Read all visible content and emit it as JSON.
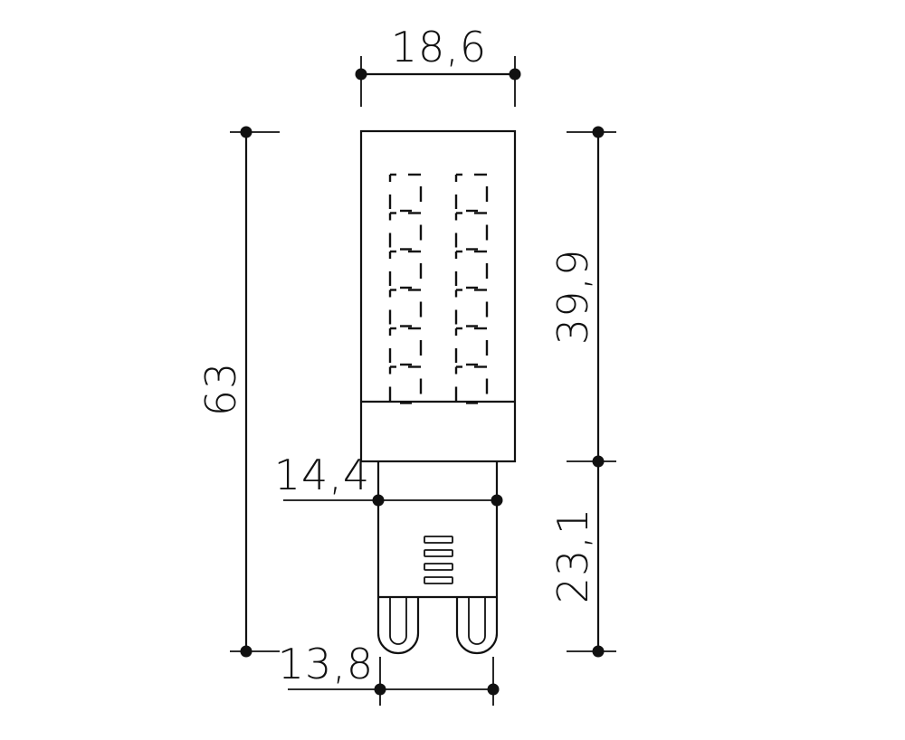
{
  "drawing": {
    "subject": "G9 LED bulb dimension drawing",
    "units": "mm",
    "colors": {
      "line": "#111111",
      "background": "#ffffff"
    },
    "dimensions": {
      "overall_width": {
        "label": "18,6",
        "value": 18.6
      },
      "overall_height": {
        "label": "63",
        "value": 63
      },
      "body_height": {
        "label": "39,9",
        "value": 39.9
      },
      "base_height": {
        "label": "23,1",
        "value": 23.1
      },
      "neck_width": {
        "label": "14,4",
        "value": 14.4
      },
      "pin_span": {
        "label": "13,8",
        "value": 13.8
      }
    },
    "led_grid": {
      "columns": 2,
      "rows": 6
    },
    "base_slots": 4,
    "pins": 2
  }
}
